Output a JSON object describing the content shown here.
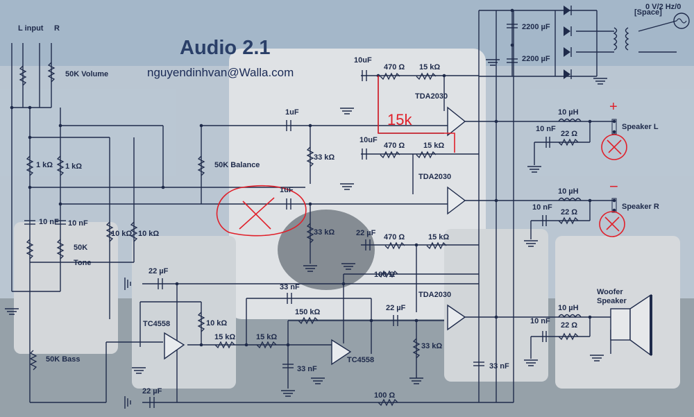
{
  "title": "Audio 2.1",
  "email": "nguyendinhvan@Walla.com",
  "labels": {
    "l_input": "L input",
    "r_input": "R",
    "volume": "50K Volume",
    "balance": "50K Balance",
    "tone": "50K",
    "tone2": "Tone",
    "bass": "50K Bass",
    "space": "[Space]",
    "source": "0 V/2 Hz/0",
    "spk_l": "Speaker L",
    "spk_r": "Speaker R",
    "woofer1": "Woofer",
    "woofer2": "Speaker",
    "tda1": "TDA2030",
    "tda2": "TDA2030",
    "tda3": "TDA2030",
    "tc1": "TC4558",
    "tc2": "TC4558"
  },
  "components": {
    "c2200a": "2200 µF",
    "c2200b": "2200 µF",
    "c10uf_a": "10uF",
    "c10uf_b": "10uF",
    "c1uf_a": "1uF",
    "c1uf_b": "1uF",
    "r470_a": "470 Ω",
    "r470_b": "470 Ω",
    "r470_c": "470 Ω",
    "r15k_a": "15 kΩ",
    "r15k_b": "15 kΩ",
    "r15k_c": "15 kΩ",
    "r15k_d": "15 kΩ",
    "r15k_e": "15 kΩ",
    "r1k_a": "1 kΩ",
    "r1k_b": "1 kΩ",
    "c10nf_a": "10 nF",
    "c10nf_b": "10 nF",
    "c10nf_c": "10 nF",
    "c10nf_d": "10 nF",
    "c10nf_e": "10 nF",
    "r33k_a": "33 kΩ",
    "r33k_b": "33 kΩ",
    "r33k_c": "33 kΩ",
    "r10k_a": "10 kΩ",
    "r10k_b": "10 kΩ",
    "r10k_c": "10 kΩ",
    "c22u_a": "22 µF",
    "c22u_b": "22 µF",
    "c22u_c": "22 µF",
    "c22u_d": "22 µF",
    "r100_a": "100 Ω",
    "r100_b": "100 Ω",
    "c33n_a": "33 nF",
    "c33n_b": "33 nF",
    "c33n_c": "33 nF",
    "r150k": "150 kΩ",
    "l10u_a": "10 µH",
    "l10u_b": "10 µH",
    "l10u_c": "10 µH",
    "r22_a": "22 Ω",
    "r22_b": "22 Ω",
    "r22_c": "22 Ω"
  },
  "annotations": {
    "handwritten_15k": "15k",
    "plus": "+",
    "minus": "−"
  }
}
